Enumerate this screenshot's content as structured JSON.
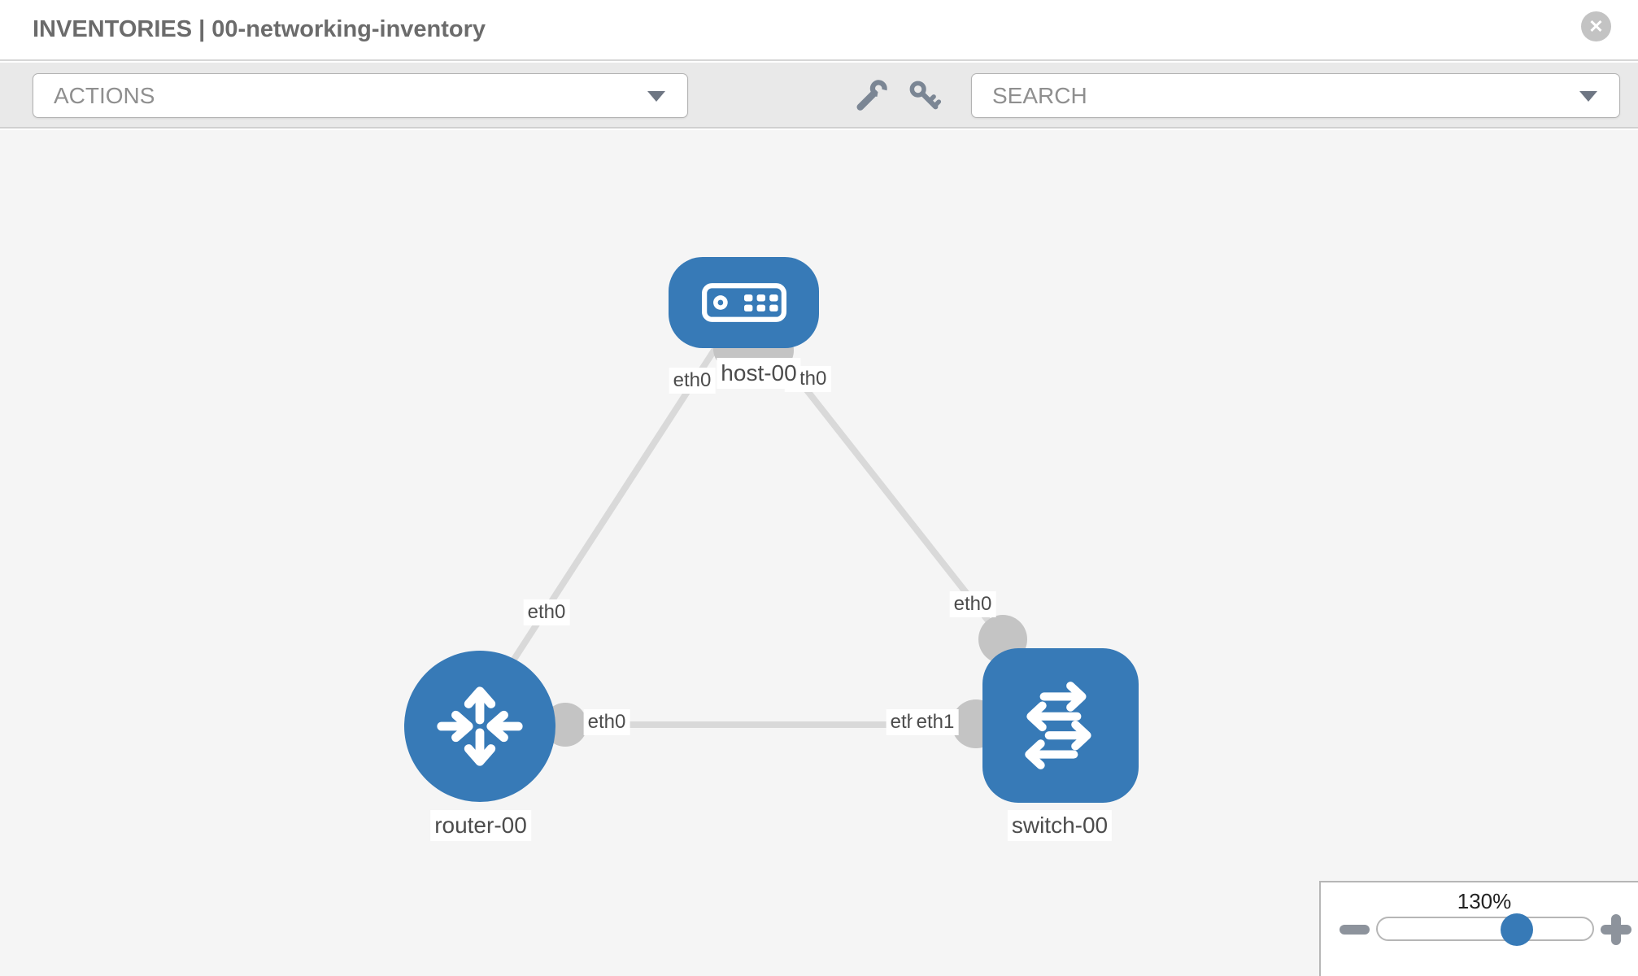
{
  "header": {
    "title": "INVENTORIES | 00-networking-inventory",
    "close_glyph": "✕"
  },
  "toolbar": {
    "actions_label": "ACTIONS",
    "search_label": "SEARCH"
  },
  "topology": {
    "nodes": {
      "host": {
        "label": "host-00"
      },
      "router": {
        "label": "router-00"
      },
      "switch": {
        "label": "switch-00"
      }
    },
    "links": {
      "host_router": {
        "host_end_label": "eth0",
        "router_end_label": "eth0"
      },
      "host_switch": {
        "host_end_label": "eth0",
        "switch_end_label": "eth0"
      },
      "router_switch": {
        "router_end_label": "eth0",
        "switch_end_label_back": "eth0",
        "switch_end_label_front": "eth1"
      }
    }
  },
  "zoom_control": {
    "level": "130%"
  },
  "colors": {
    "node_blue": "#377ab7",
    "link_gray": "#d9d9d9",
    "interface_gray": "#c4c4c4",
    "toolbar_bg": "#e9e9e9",
    "canvas_bg": "#f5f5f5"
  }
}
